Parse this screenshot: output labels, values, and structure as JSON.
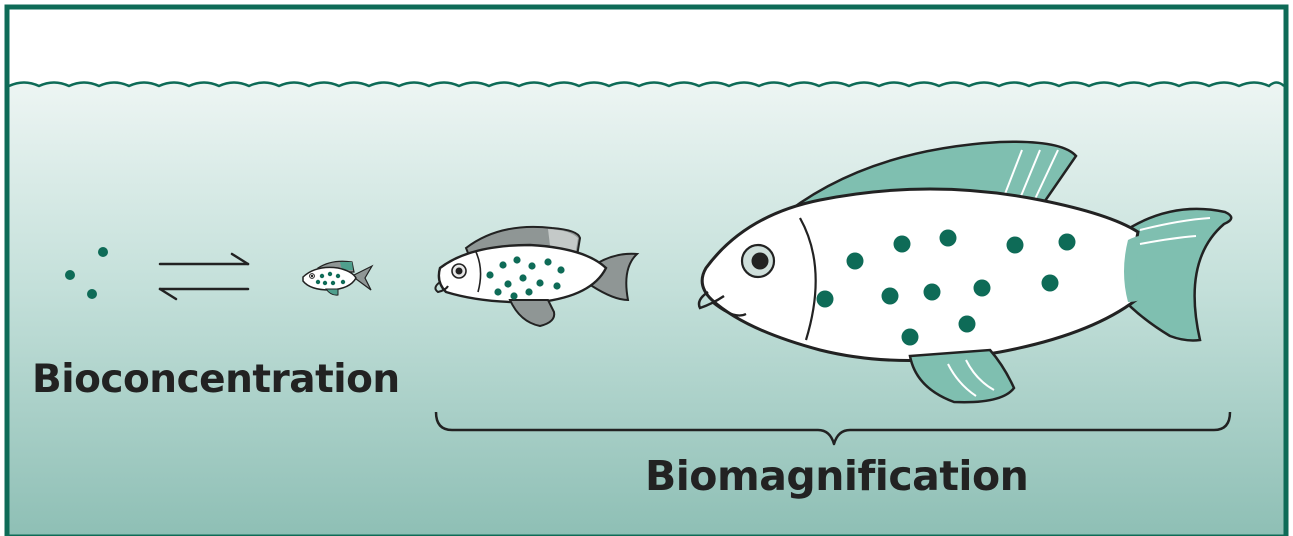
{
  "labels": {
    "bioconcentration": "Bioconcentration",
    "biomagnification": "Biomagnification"
  },
  "colors": {
    "frame": "#0e6b57",
    "water_top": "#e9f3f1",
    "water_bottom": "#8fc0b6",
    "contaminant": "#0e6b57",
    "fin_green": "#7fbfb0",
    "fin_gray": "#8f9695",
    "fish_body": "#ffffff",
    "outline": "#222222"
  },
  "diagram": {
    "equilibrium_arrows": "reversible",
    "fish_sizes": [
      "small",
      "medium",
      "large"
    ]
  }
}
